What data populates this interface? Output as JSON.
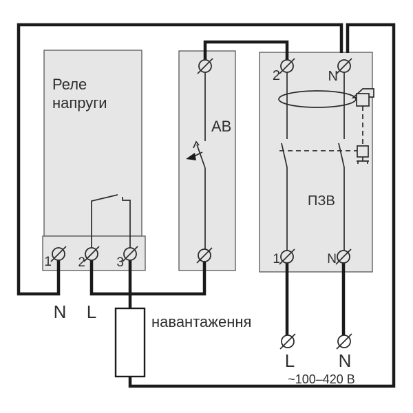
{
  "diagram": {
    "type": "electrical-wiring-schematic",
    "labels": {
      "relay_line1": "Реле",
      "relay_line2": "напруги",
      "breaker": "АВ",
      "rcd": "ПЗВ",
      "rcd_top_left_terminal": "2",
      "rcd_top_right_terminal": "N",
      "rcd_bottom_left_terminal": "1",
      "rcd_bottom_right_terminal": "N",
      "strip_terminal_1": "1",
      "strip_terminal_2": "2",
      "strip_terminal_3": "3",
      "relay_neutral_wire": "N",
      "relay_line_wire": "L",
      "load": "навантаження",
      "supply_line": "L",
      "supply_neutral": "N",
      "supply_voltage": "~100–420 В"
    },
    "colors": {
      "background": "#ffffff",
      "component_box_fill": "#e6e6e6",
      "component_box_border": "#606060",
      "wire": "#1a1a1a",
      "text": "#2e2e2e",
      "load_box_fill": "#ffffff"
    }
  }
}
